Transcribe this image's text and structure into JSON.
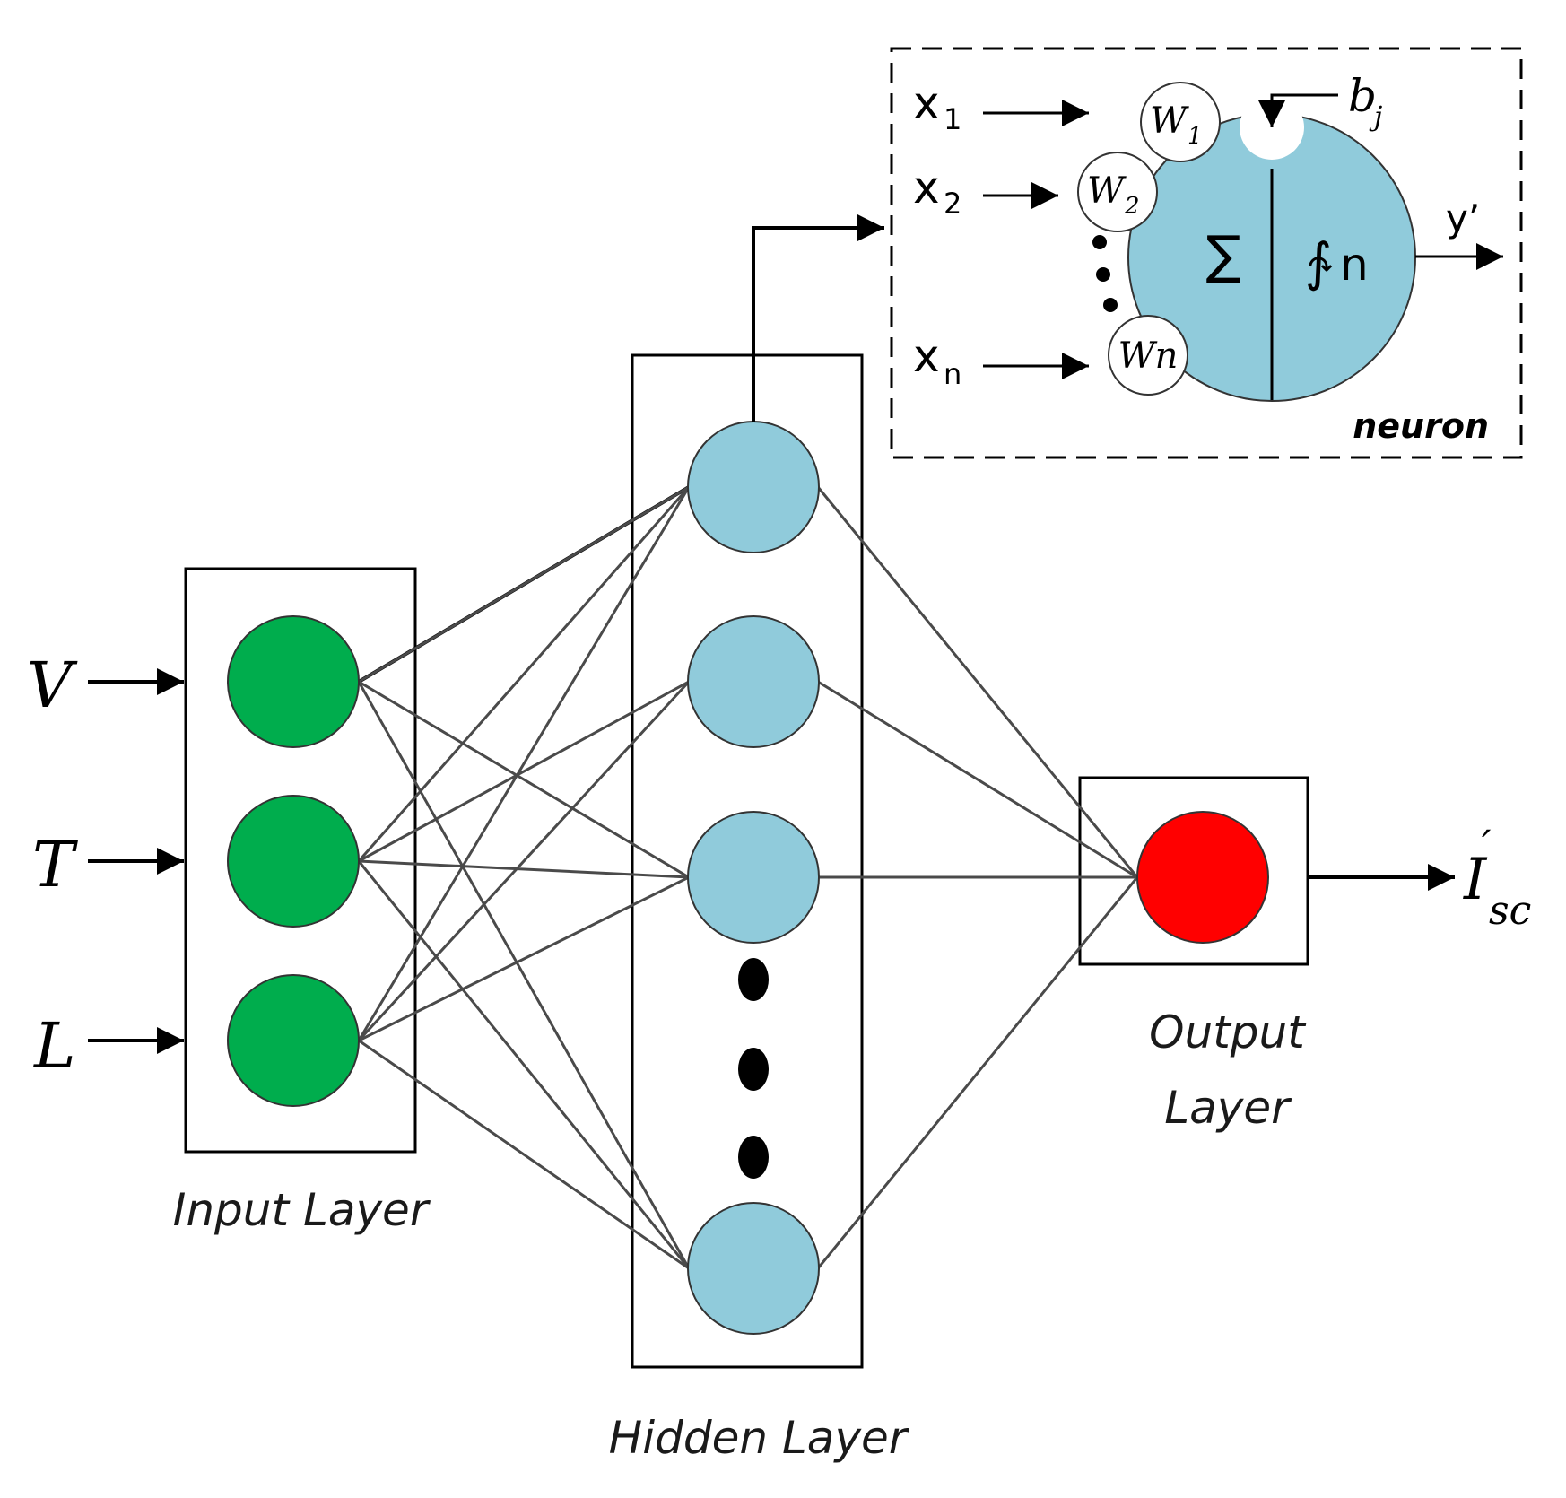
{
  "layers": {
    "input": {
      "label": "Input Layer",
      "inputs": [
        "V",
        "T",
        "L"
      ],
      "node_color": "#00ad4d"
    },
    "hidden": {
      "label": "Hidden Layer",
      "node_color": "#90cbdb"
    },
    "output": {
      "label_line1": "Output",
      "label_line2": "Layer",
      "output_symbol": "I",
      "output_prime": "′",
      "output_subscript": "sc",
      "node_color": "#ff0000"
    }
  },
  "neuron_detail": {
    "title": "neuron",
    "inputs": [
      {
        "base": "x",
        "sub": "1"
      },
      {
        "base": "x",
        "sub": "2"
      },
      {
        "base": "x",
        "sub": "n"
      }
    ],
    "weights": [
      {
        "base": "W",
        "sub": "1"
      },
      {
        "base": "W",
        "sub": "2"
      },
      {
        "base": "Wn",
        "sub": ""
      }
    ],
    "bias": {
      "base": "b",
      "sub": "j"
    },
    "sum_symbol": "∑",
    "activation_symbol": "∱",
    "activation_sub": "n",
    "output": "y’",
    "body_color": "#90cbdb"
  }
}
